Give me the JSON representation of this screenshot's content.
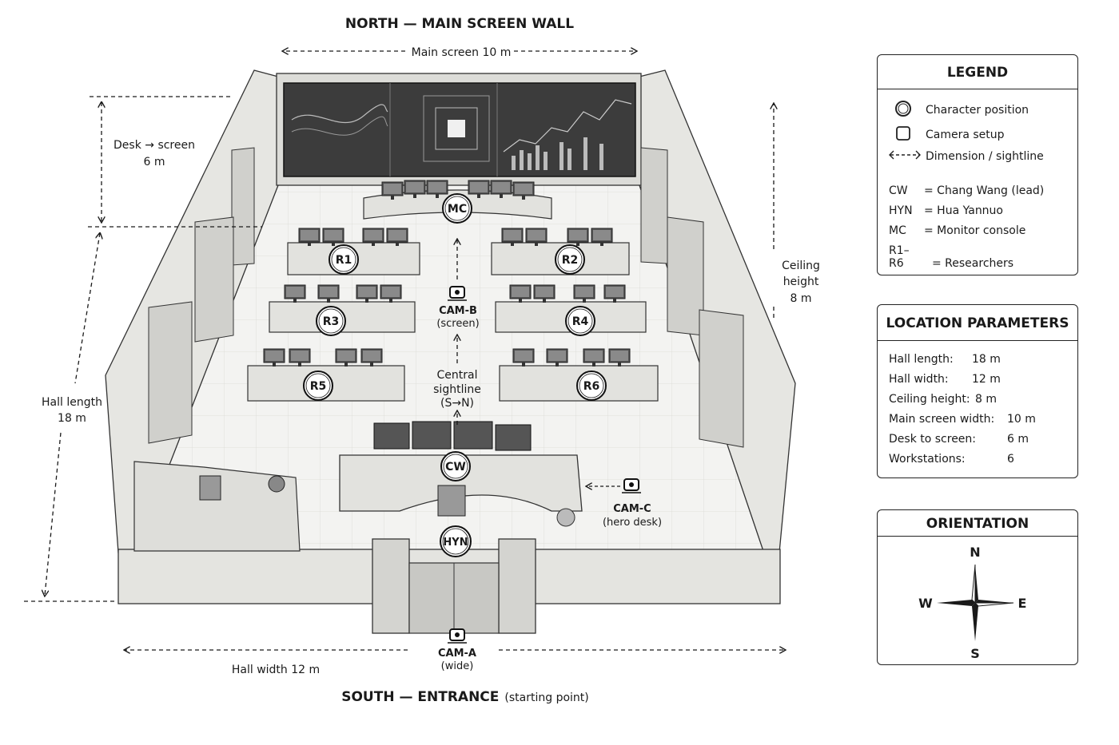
{
  "header": {
    "north_label": "NORTH — MAIN SCREEN WALL",
    "south_label": "SOUTH — ENTRANCE",
    "south_sub": "(starting point)"
  },
  "dimensions": {
    "main_screen": "Main screen 10 m",
    "desk_screen_1": "Desk → screen",
    "desk_screen_2": "6 m",
    "hall_length_1": "Hall length",
    "hall_length_2": "18 m",
    "ceiling_1": "Ceiling",
    "ceiling_2": "height",
    "ceiling_3": "8 m",
    "hall_width": "Hall width 12 m"
  },
  "sightline": {
    "l1": "Central",
    "l2": "sightline",
    "l3": "(S→N)"
  },
  "markers": {
    "mc": "MC",
    "r1": "R1",
    "r2": "R2",
    "r3": "R3",
    "r4": "R4",
    "r5": "R5",
    "r6": "R6",
    "cw": "CW",
    "hyn": "HYN"
  },
  "cameras": {
    "cam_b": {
      "name": "CAM-B",
      "note": "(screen)"
    },
    "cam_c": {
      "name": "CAM-C",
      "note": "(hero desk)"
    },
    "cam_a": {
      "name": "CAM-A",
      "note": "(wide)"
    }
  },
  "legend": {
    "title": "LEGEND",
    "items": [
      {
        "icon": "character-position-icon",
        "label": "Character position"
      },
      {
        "icon": "camera-setup-icon",
        "label": "Camera setup"
      },
      {
        "icon": "dimension-arrow-icon",
        "label": "Dimension / sightline"
      }
    ],
    "abbreviations": [
      {
        "key": "CW",
        "value": "= Chang Wang (lead)"
      },
      {
        "key": "HYN",
        "value": "= Hua Yannuo"
      },
      {
        "key": "MC",
        "value": "= Monitor console"
      },
      {
        "key": "R1–R6",
        "value": "= Researchers"
      }
    ]
  },
  "parameters": {
    "title": "LOCATION PARAMETERS",
    "rows": [
      {
        "label": "Hall length:",
        "value": "18 m"
      },
      {
        "label": "Hall width:",
        "value": "12 m"
      },
      {
        "label": "Ceiling height:",
        "value": "8 m"
      },
      {
        "label": "Main screen width:",
        "value": "10 m"
      },
      {
        "label": "Desk to screen:",
        "value": "6 m"
      },
      {
        "label": "Workstations:",
        "value": "6"
      }
    ]
  },
  "orientation": {
    "title": "ORIENTATION",
    "n": "N",
    "s": "S",
    "e": "E",
    "w": "W"
  },
  "colors": {
    "ink": "#1a1a1a",
    "floor": "#f2f2f0",
    "wall": "#e4e4e0",
    "screen": "#3a3a3a"
  }
}
